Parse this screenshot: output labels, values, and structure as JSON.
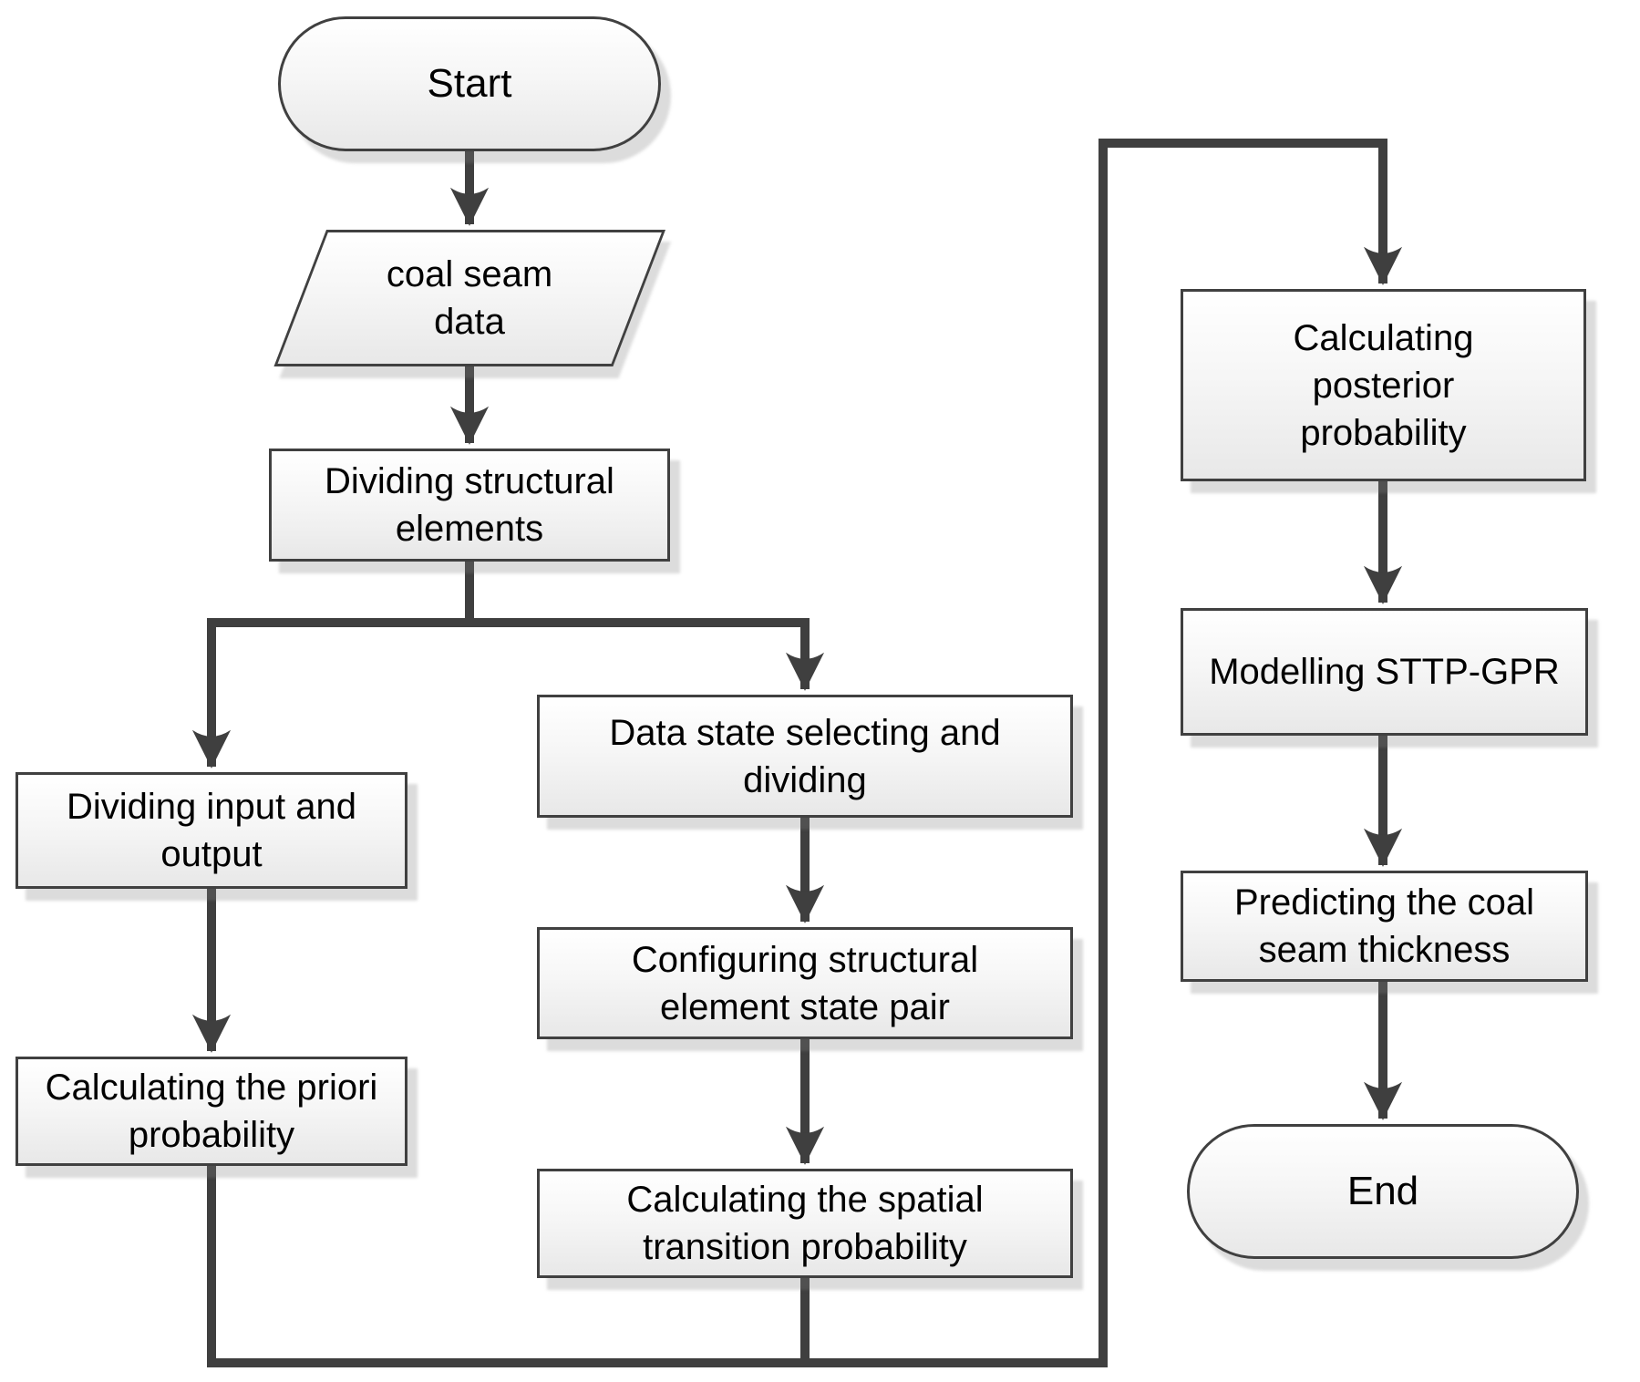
{
  "diagram": {
    "type": "flowchart",
    "colors": {
      "connector": "#3f3f3f",
      "node_border": "#404040",
      "node_fill_top": "#ffffff",
      "node_fill_bottom": "#e8e8e8",
      "shadow": "#d9d9d9",
      "background": "#ffffff",
      "text": "#000000"
    },
    "nodes": [
      {
        "id": "start",
        "shape": "stadium",
        "label": "Start"
      },
      {
        "id": "coal-seam-data",
        "shape": "parallelogram",
        "label": "coal seam\ndata"
      },
      {
        "id": "dividing-structural-elements",
        "shape": "process",
        "label": "Dividing structural\nelements"
      },
      {
        "id": "dividing-input-output",
        "shape": "process",
        "label": "Dividing input and\noutput"
      },
      {
        "id": "calculating-priori-probability",
        "shape": "process",
        "label": "Calculating the priori\nprobability"
      },
      {
        "id": "data-state-selecting-dividing",
        "shape": "process",
        "label": "Data state selecting and\ndividing"
      },
      {
        "id": "configuring-element-state-pair",
        "shape": "process",
        "label": "Configuring structural\nelement state pair"
      },
      {
        "id": "calculating-spatial-transition",
        "shape": "process",
        "label": "Calculating the spatial\ntransition probability"
      },
      {
        "id": "calculating-posterior-probability",
        "shape": "process",
        "label": "Calculating\nposterior\nprobability"
      },
      {
        "id": "modelling-sttp-gpr",
        "shape": "process",
        "label": "Modelling STTP-GPR"
      },
      {
        "id": "predicting-coal-seam-thickness",
        "shape": "process",
        "label": "Predicting the coal\nseam thickness"
      },
      {
        "id": "end",
        "shape": "stadium",
        "label": "End"
      }
    ],
    "edges": [
      {
        "from": "start",
        "to": "coal-seam-data"
      },
      {
        "from": "coal-seam-data",
        "to": "dividing-structural-elements"
      },
      {
        "from": "dividing-structural-elements",
        "to": "dividing-input-output"
      },
      {
        "from": "dividing-structural-elements",
        "to": "data-state-selecting-dividing"
      },
      {
        "from": "dividing-input-output",
        "to": "calculating-priori-probability"
      },
      {
        "from": "data-state-selecting-dividing",
        "to": "configuring-element-state-pair"
      },
      {
        "from": "configuring-element-state-pair",
        "to": "calculating-spatial-transition"
      },
      {
        "from": "calculating-priori-probability",
        "to": "calculating-posterior-probability"
      },
      {
        "from": "calculating-spatial-transition",
        "to": "calculating-posterior-probability"
      },
      {
        "from": "calculating-posterior-probability",
        "to": "modelling-sttp-gpr"
      },
      {
        "from": "modelling-sttp-gpr",
        "to": "predicting-coal-seam-thickness"
      },
      {
        "from": "predicting-coal-seam-thickness",
        "to": "end"
      }
    ]
  }
}
